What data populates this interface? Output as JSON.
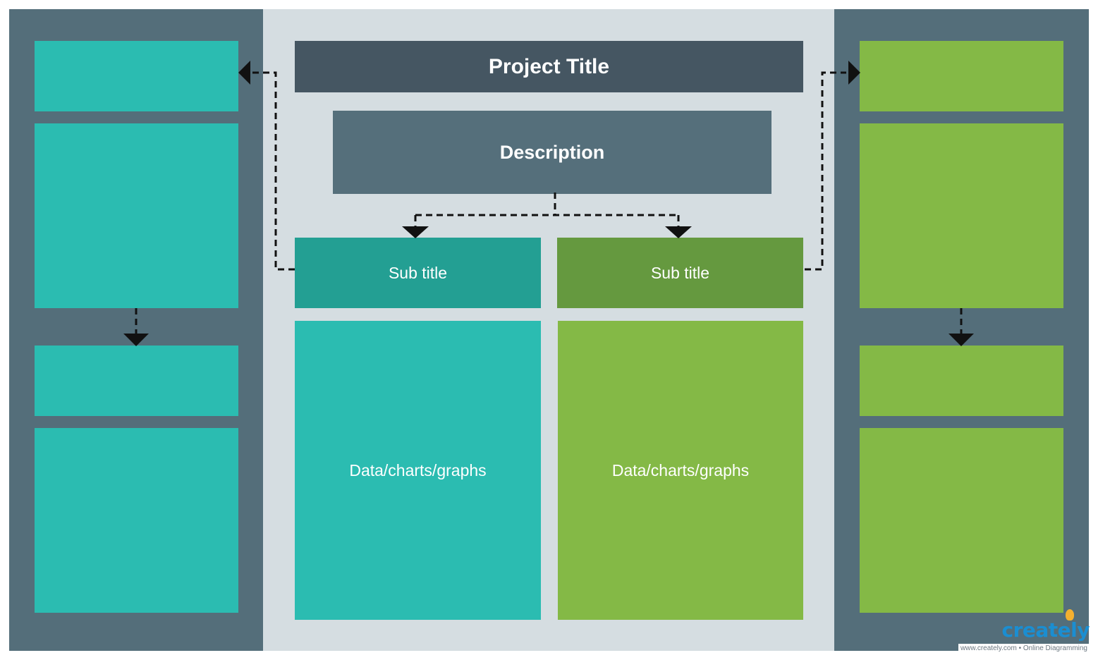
{
  "diagram": {
    "title": "Project Title",
    "description": "Description",
    "left_column": {
      "subtitle": "Sub title",
      "content": "Data/charts/graphs",
      "color": "#2bbcb1"
    },
    "right_column": {
      "subtitle": "Sub title",
      "content": "Data/charts/graphs",
      "color": "#84b946"
    }
  },
  "watermark": {
    "brand": "creately",
    "tagline": "www.creately.com • Online Diagramming"
  }
}
